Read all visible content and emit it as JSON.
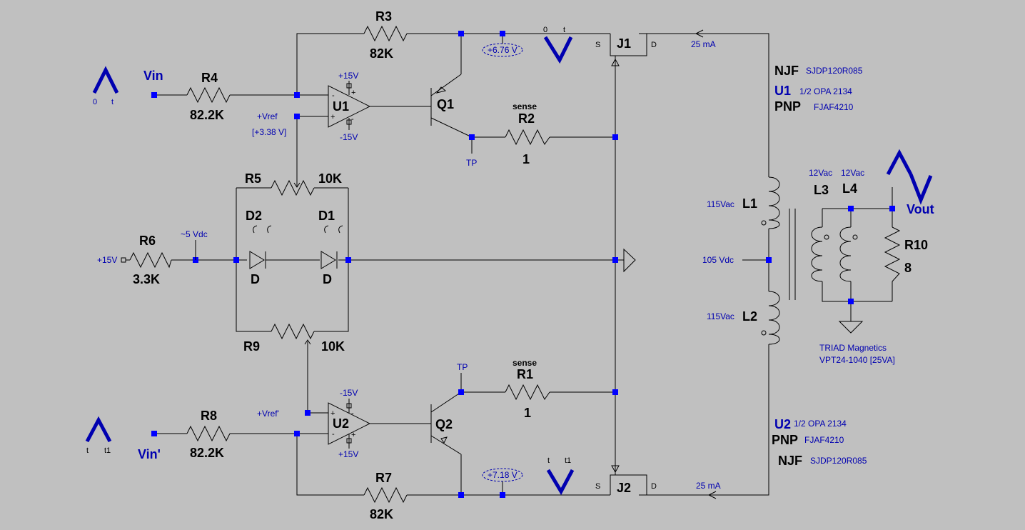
{
  "components": {
    "R3": {
      "name": "R3",
      "value": "82K"
    },
    "R4": {
      "name": "R4",
      "value": "82.2K"
    },
    "R2": {
      "name": "R2",
      "value": "1",
      "note": "sense"
    },
    "R5": {
      "name": "R5",
      "value": "10K"
    },
    "R6": {
      "name": "R6",
      "value": "3.3K"
    },
    "R9": {
      "name": "R9",
      "value": "10K"
    },
    "R1": {
      "name": "R1",
      "value": "1",
      "note": "sense"
    },
    "R8": {
      "name": "R8",
      "value": "82.2K"
    },
    "R7": {
      "name": "R7",
      "value": "82K"
    },
    "R10": {
      "name": "R10",
      "value": "8"
    },
    "D1": {
      "name": "D1",
      "value": "D"
    },
    "D2": {
      "name": "D2",
      "value": "D"
    },
    "Q1": {
      "name": "Q1"
    },
    "Q2": {
      "name": "Q2"
    },
    "U1": {
      "name": "U1",
      "desc": "1/2 OPA 2134"
    },
    "U2": {
      "name": "U2",
      "desc": "1/2 OPA 2134"
    },
    "J1": {
      "name": "J1",
      "s": "S",
      "d": "D"
    },
    "J2": {
      "name": "J2",
      "s": "S",
      "d": "D"
    },
    "L1": {
      "name": "L1",
      "rating": "115Vac"
    },
    "L2": {
      "name": "L2",
      "rating": "115Vac"
    },
    "L3": {
      "name": "L3",
      "rating": "12Vac"
    },
    "L4": {
      "name": "L4",
      "rating": "12Vac"
    }
  },
  "labels": {
    "vin": "Vin",
    "vin_prime": "Vin'",
    "vout": "Vout",
    "vref": "+Vref",
    "vref_prime": "+Vref'",
    "vref_value": "[+3.38 V]",
    "plus15": "+15V",
    "minus15": "-15V",
    "plus15_r6": "+15V",
    "five_vdc": "~5 Vdc",
    "tp": "TP",
    "volt_top": "+6.76 V",
    "volt_bottom": "+7.18 V",
    "current_top": "25 mA",
    "current_bottom": "25 mA",
    "vdc_105": "105 Vdc",
    "zero": "0",
    "t": "t",
    "t1": "t1",
    "opamp_plus": "+",
    "opamp_minus": "-"
  },
  "part_info": {
    "top_njf": "NJF",
    "top_njf_part": "SJDP120R085",
    "top_u1": "U1",
    "top_u1_desc": "1/2 OPA 2134",
    "top_pnp": "PNP",
    "top_pnp_part": "FJAF4210",
    "bot_u2": "U2",
    "bot_u2_desc": "1/2 OPA 2134",
    "bot_pnp": "PNP",
    "bot_pnp_part": "FJAF4210",
    "bot_njf": "NJF",
    "bot_njf_part": "SJDP120R085",
    "transformer_mfr": "TRIAD Magnetics",
    "transformer_part": "VPT24-1040 [25VA]"
  },
  "colors": {
    "background": "#c0c0c0",
    "wire": "#000000",
    "node": "#0000ff",
    "annotation": "#0000b0"
  }
}
